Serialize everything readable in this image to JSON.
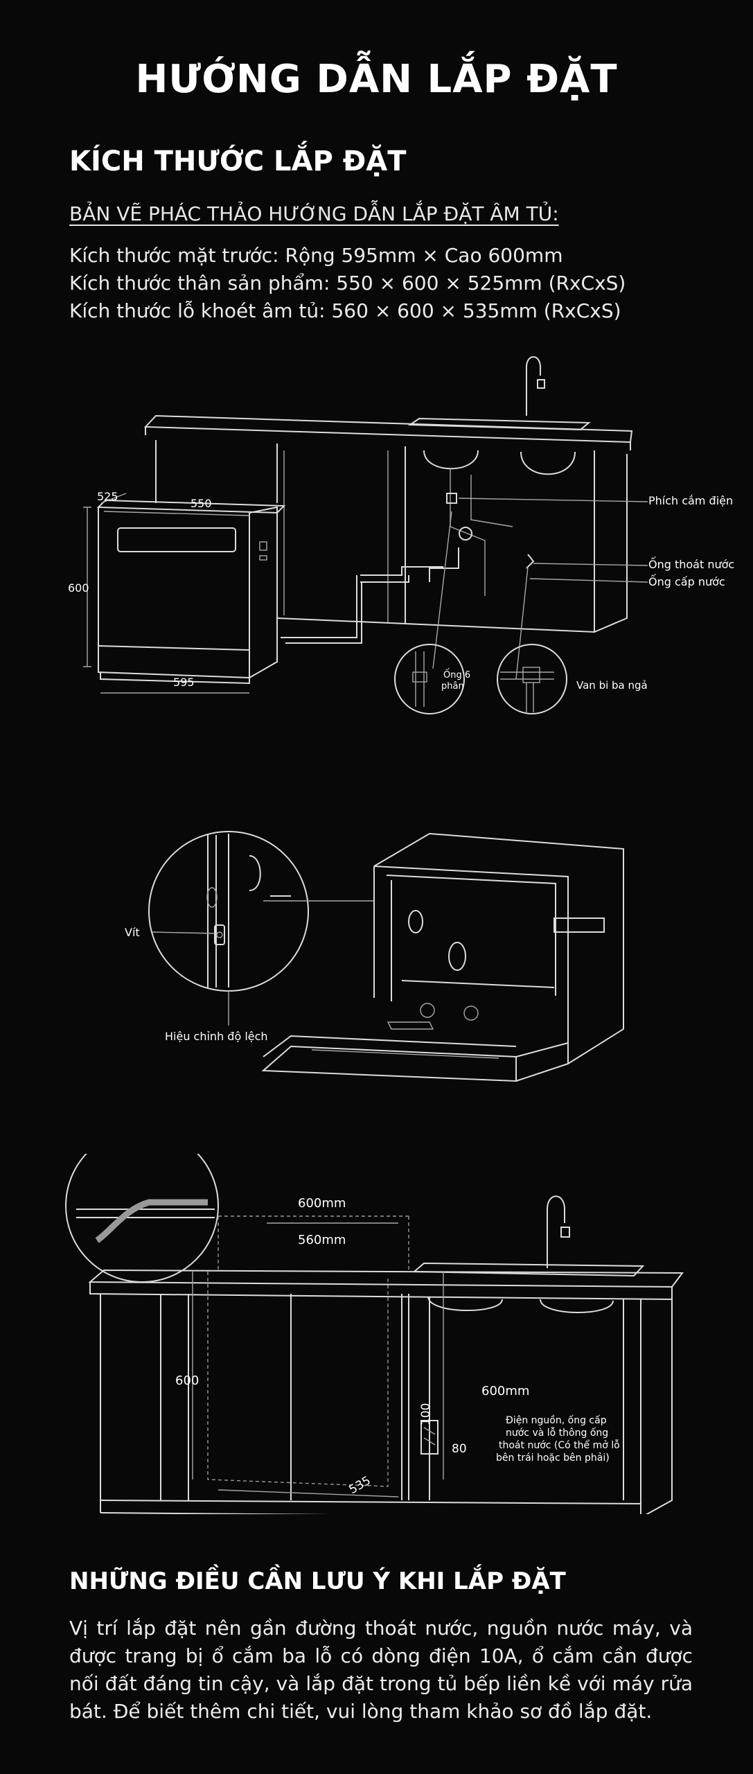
{
  "page": {
    "title": "HƯỚNG DẪN LẮP ĐẶT",
    "section1_title": "KÍCH THƯỚC LẮP ĐẶT",
    "section1_subtitle": "BẢN VẼ PHÁC THẢO HƯỚNG DẪN LẮP ĐẶT ÂM TỦ:",
    "dimensions": [
      "Kích thước mặt trước: Rộng 595mm × Cao 600mm",
      "Kích thước thân sản phẩm: 550 × 600 × 525mm (RxCxS)",
      "Kích thước lỗ khoét âm tủ: 560 × 600 × 535mm (RxCxS)"
    ],
    "section2_title": "NHỮNG ĐIỀU CẦN LƯU Ý KHI LẮP ĐẶT",
    "notes": "Vị trí lắp đặt nên gần đường thoát nước, nguồn nước máy, và được trang bị ổ cắm ba lỗ có dòng điện 10A, ổ cắm cần được nối đất đáng tin cậy, và lắp đặt trong tủ bếp liền kề với máy rửa bát. Để biết thêm chi tiết, vui lòng tham khảo sơ đồ lắp đặt."
  },
  "diagram1": {
    "dim_depth": "525",
    "dim_width_top": "550",
    "dim_height": "600",
    "dim_width_bottom": "595",
    "label_plug": "Phích cắm điện",
    "label_drain": "Ống thoát nước",
    "label_supply": "Ống cấp nước",
    "label_pipe_a": "Ống 6",
    "label_pipe_b": "phân",
    "label_valve": "Van bi ba ngả"
  },
  "diagram2": {
    "label_screw": "Vít",
    "label_adjust": "Hiệu chỉnh độ lệch"
  },
  "diagram3": {
    "dim_600mm_top": "600mm",
    "dim_560mm": "560mm",
    "dim_600_left": "600",
    "dim_600mm_right": "600mm",
    "dim_100": "100",
    "dim_80": "80",
    "dim_535": "535",
    "note_lines": [
      "Điện nguồn, ống cấp",
      "nước và lỗ thông ống",
      "thoát nước (Có thể mở lỗ",
      "bên trái hoặc bên phải)"
    ]
  }
}
